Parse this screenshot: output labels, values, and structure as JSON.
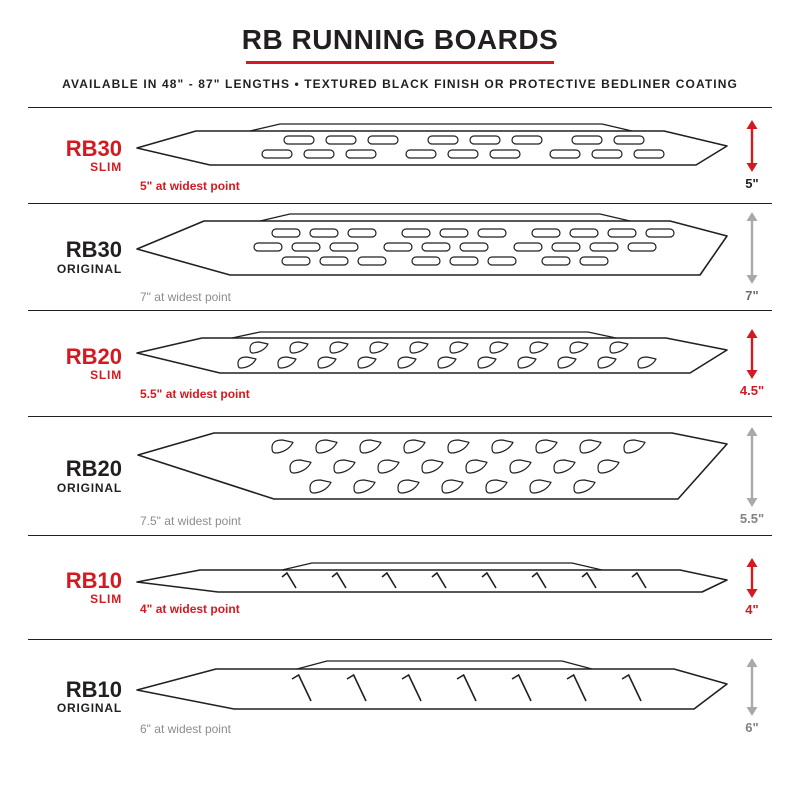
{
  "header": {
    "title": "RB RUNNING BOARDS",
    "subtitle": "AVAILABLE IN 48\" - 87\" LENGTHS  •  TEXTURED BLACK FINISH OR PROTECTIVE BEDLINER COATING"
  },
  "colors": {
    "accent_red": "#d51920",
    "ink_black": "#231f20",
    "gray": "#8a8c8e",
    "arrow_gray": "#a7a9ac",
    "underline_red": "#d51920"
  },
  "boards": [
    {
      "model": "RB30",
      "variant": "SLIM",
      "widest_label": "5\" at widest point",
      "height_label": "5\"",
      "label_color": "#d51920",
      "widest_color": "#d51920",
      "arrow_color": "#d51920",
      "height_color": "#231f20",
      "drawing_key": "rb30-slim",
      "hole_style": "oval-slots"
    },
    {
      "model": "RB30",
      "variant": "ORIGINAL",
      "widest_label": "7\" at widest point",
      "height_label": "7\"",
      "label_color": "#231f20",
      "widest_color": "#8a8c8e",
      "arrow_color": "#a7a9ac",
      "height_color": "#6d6e71",
      "drawing_key": "rb30-orig",
      "hole_style": "oval-slots"
    },
    {
      "model": "RB20",
      "variant": "SLIM",
      "widest_label": "5.5\" at widest point",
      "height_label": "4.5\"",
      "label_color": "#d51920",
      "widest_color": "#d51920",
      "arrow_color": "#d51920",
      "height_color": "#d51920",
      "drawing_key": "rb20-slim",
      "hole_style": "scoop-vents"
    },
    {
      "model": "RB20",
      "variant": "ORIGINAL",
      "widest_label": "7.5\" at widest point",
      "height_label": "5.5\"",
      "label_color": "#231f20",
      "widest_color": "#8a8c8e",
      "arrow_color": "#a7a9ac",
      "height_color": "#808285",
      "drawing_key": "rb20-orig",
      "hole_style": "scoop-vents"
    },
    {
      "model": "RB10",
      "variant": "SLIM",
      "widest_label": "4\" at widest point",
      "height_label": "4\"",
      "label_color": "#d51920",
      "widest_color": "#d51920",
      "arrow_color": "#d51920",
      "height_color": "#d51920",
      "drawing_key": "rb10-slim",
      "hole_style": "slash-treads"
    },
    {
      "model": "RB10",
      "variant": "ORIGINAL",
      "widest_label": "6\" at widest point",
      "height_label": "6\"",
      "label_color": "#231f20",
      "widest_color": "#8a8c8e",
      "arrow_color": "#a7a9ac",
      "height_color": "#808285",
      "drawing_key": "rb10-orig",
      "hole_style": "slash-treads"
    }
  ]
}
